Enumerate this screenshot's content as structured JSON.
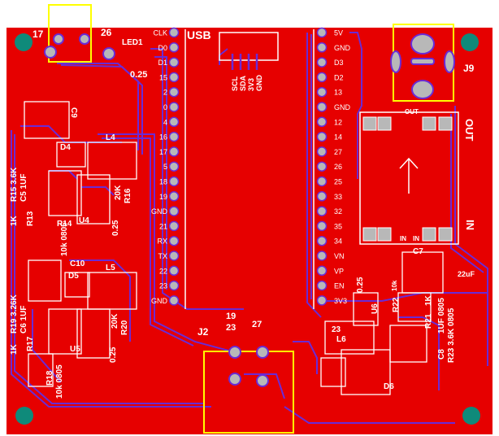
{
  "colors": {
    "copper": "#e60000",
    "background": "#ffffff",
    "silkscreen": "#ffffff",
    "trace": "#6a2bd6",
    "courtyard": "#ffff00",
    "mounting_hole": "#0f8a7a",
    "pad": "#b8b8b8"
  },
  "header_labels": {
    "top_left_numbers": [
      "17",
      "26"
    ],
    "led": "LED1",
    "value_025": "0.25",
    "usb": "USB",
    "j9": "J9",
    "out_label": "OUT",
    "in_label": "IN",
    "in_pads": [
      "IN",
      "IN"
    ],
    "out_small": "OUT",
    "j2": "J2",
    "pin_19": "19",
    "pin_23": "23",
    "pin_27": "27",
    "pin_23b": "23"
  },
  "esp_left_pins": [
    "CLK",
    "D0",
    "D1",
    "15",
    "2",
    "0",
    "4",
    "16",
    "17",
    "5",
    "18",
    "19",
    "GND",
    "21",
    "RX",
    "TX",
    "22",
    "23",
    "GND"
  ],
  "esp_right_pins": [
    "5V",
    "GND",
    "D3",
    "D2",
    "13",
    "GND",
    "12",
    "14",
    "27",
    "26",
    "25",
    "33",
    "32",
    "35",
    "34",
    "VN",
    "VP",
    "EN",
    "3V3"
  ],
  "usb_pins": [
    "SCL",
    "SDA",
    "3V3",
    "GND"
  ],
  "components_left": {
    "c9": "C9",
    "d4": "D4",
    "l4": "L4",
    "r15": "R15 3.6K",
    "c5": "C5 1UF",
    "r13": "R13",
    "k1": "1K",
    "r14": "R14",
    "u4": "U4",
    "r16": "R16",
    "r10k": "10k 0805",
    "v025": "0.25",
    "r20k": "20K",
    "c10": "C10",
    "d5": "D5",
    "l5": "L5",
    "r19": "R19 3.26K",
    "c6": "C6 1UF",
    "r17": "R17",
    "k1b": "1K",
    "u5": "U5",
    "r20": "R20",
    "r20kb": "20K",
    "v025b": "0.25",
    "r18": "R18",
    "r10kb": "10k 0805"
  },
  "components_right": {
    "c7": "C7",
    "c22uf": "22uF",
    "v025": "0.25",
    "u6": "U6",
    "r22": "R22",
    "r21": "R21",
    "k1": "1K",
    "r10k": "10k",
    "c8": "C8",
    "c8val": "1UF 0805",
    "r23": "R23 3.6K 0805",
    "d6": "D6",
    "l6": "L6"
  }
}
